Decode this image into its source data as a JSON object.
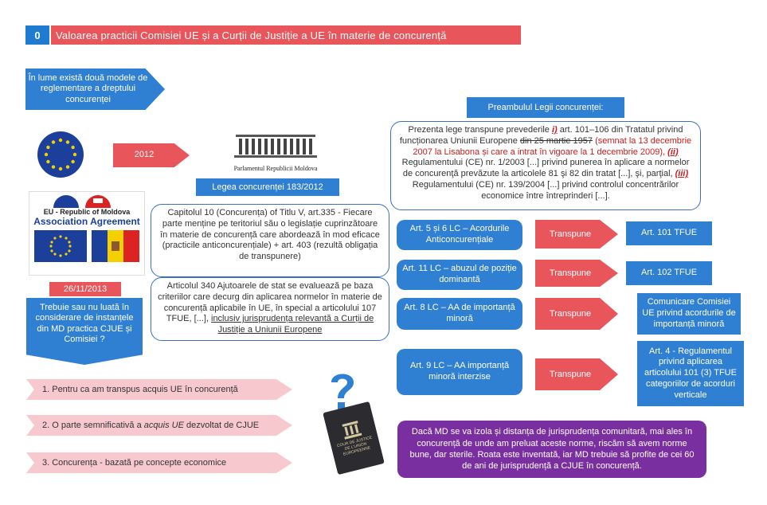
{
  "header": {
    "number": "0",
    "title": "Valoarea practicii Comisiei UE și a Curții de Justiție a UE în materie de concurență"
  },
  "intro": {
    "text": "În lume există două modele de reglementare a dreptului concurenței"
  },
  "year": "2012",
  "parliament_logo_text": "Parlamentul Republicii Moldova",
  "lege": "Legea concurenței 183/2012",
  "preamble_label": "Preambulul Legii concurenței:",
  "preamble": {
    "p1": "Prezenta lege transpune prevederile ",
    "m1": "i)",
    "p2": " art. 101–106 din Tratatul privind funcționarea Uniunii Europene ",
    "p3": "din 25 martie 1957",
    "p4": " (semnat la 13 decembrie 2007 la Lisabona și care a intrat în vigoare la 1 decembrie 2009), ",
    "m2": "(ii)",
    "p5": " Regulamentului (CE) nr. 1/2003 [...] privind punerea în aplicare a normelor de concurenţă prevăzute la articolele 81 şi 82 din tratat [...], şi, parţial, ",
    "m3": "(iii)",
    "p6": " Regulamentului (CE) nr. 139/2004 [...] privind controlul concentrărilor economice între întreprinderi [...]."
  },
  "aa": {
    "line1": "EU - Republic of Moldova",
    "line2": "Association Agreement"
  },
  "cap10": "Capitolul 10 (Concurența) of Titlu V, art.335 - Fiecare parte menține pe teritoriul său o legislație cuprinzătoare în materie de concurență care abordează în mod eficace (practicile anticoncurențiale) + art. 403 (rezultă obligația de transpunere)",
  "art340": {
    "p1": "Articolul 340 Ajutoarele de stat se evaluează pe baza criteriilor care decurg din aplicarea normelor în materie de concurență aplicabile în UE, în special a articolului 107 TFUE, [...], ",
    "p2": "inclusiv jurisprudența relevantă a Curții de Justiție a Uniunii Europene"
  },
  "date": "26/11/2013",
  "question": "Trebuie sau nu luată în considerare de instanțele din MD practica CJUE și Comisiei ?",
  "points": {
    "p1": "1. Pentru ca am transpus acquis UE în concurență",
    "p2a": "2. O parte semnificativă a ",
    "p2b": "acquis UE",
    "p2c": " dezvoltat de CJUE",
    "p3": "3. Concurența - bazată pe concepte economice"
  },
  "rows": [
    {
      "left": "Art. 5 și 6 LC – Acordurile Anticoncurențiale",
      "mid": "Transpune",
      "right": "Art. 101 TFUE"
    },
    {
      "left": "Art. 11 LC – abuzul de poziție dominantă",
      "mid": "Transpune",
      "right": "Art. 102 TFUE"
    },
    {
      "left": "Art. 8 LC – AA de importanță minoră",
      "mid": "Transpune",
      "right": "Comunicare Comisiei UE privind acordurile de importanță minoră"
    },
    {
      "left": "Art. 9 LC – AA importanță minoră interzise",
      "mid": "Transpune",
      "right": "Art. 4 - Regulamentul privind aplicarea articolului 101 (3) TFUE categoriilor de acorduri verticale"
    }
  ],
  "conclusion": "Dacă MD se va izola și distanța de jurisprudența comunitară, mai ales în concurență de unde am preluat aceste norme, riscăm să avem norme bune, dar sterile. Roata este inventată, iar MD trebuie să profite de cei 60 de ani de jurisprudență a CJUE în concurență.",
  "book_text": "COUR DE JUSTICE DE L'UNION EUROPEENNE",
  "colors": {
    "blue": "#2f7fd2",
    "red": "#e8565c",
    "pink": "#f7c9cf",
    "purple": "#7a2fa0"
  }
}
